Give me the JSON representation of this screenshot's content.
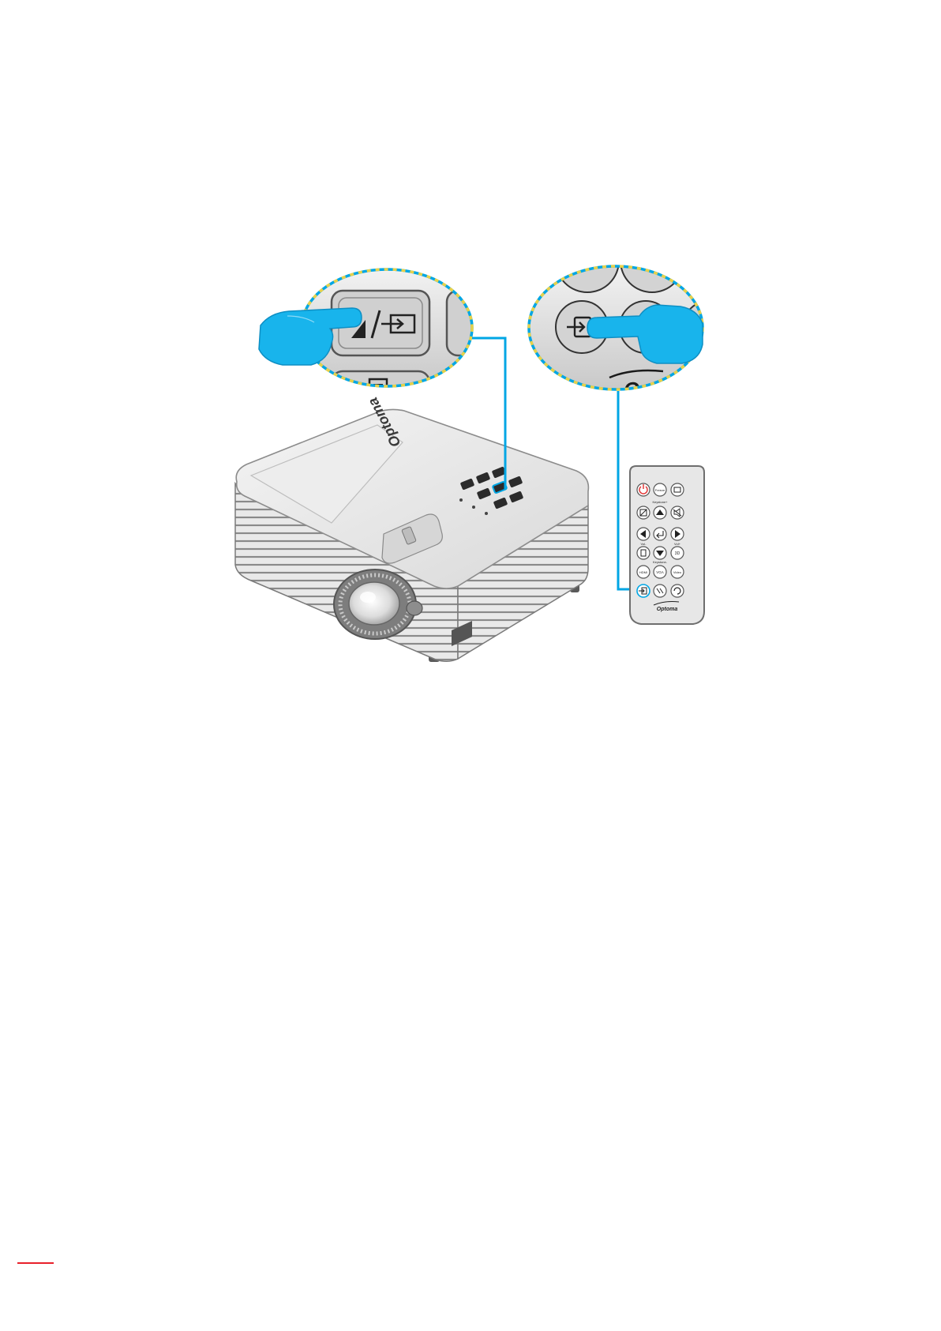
{
  "brand": {
    "logo_text": "Optoma",
    "zoom_logo_text": "Opto"
  },
  "remote": {
    "buttons": {
      "power": "",
      "freeze": "Freeze",
      "hdmi": "HDMI",
      "vga": "VGA",
      "video": "Video",
      "three_d": "3D",
      "keystone_plus": "Keystone+",
      "keystone_minus": "Keystone-",
      "vol_minus": "Vol-",
      "vol_plus": "Vol+"
    }
  },
  "colors": {
    "callout_cyan": "#00a6e4",
    "finger_blue": "#18b4ec",
    "dash_yellow": "#e8d14a",
    "power_red": "#e23b3b",
    "page_mark_red": "#e8202a",
    "body_grey": "#e7e7e7"
  },
  "icons": {
    "hand_projector": "pointing-hand-icon",
    "hand_remote": "pointing-hand-icon",
    "source": "source-input-icon",
    "menu": "menu-icon",
    "left_arrow": "left-triangle-icon"
  }
}
